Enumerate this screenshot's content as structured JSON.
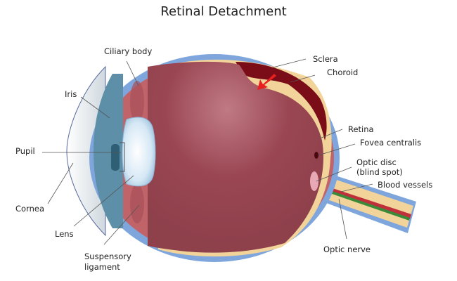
{
  "title": "Retinal Detachment",
  "labels": {
    "ciliary_body": "Ciliary body",
    "sclera": "Sclera",
    "choroid": "Choroid",
    "iris": "Iris",
    "retina": "Retina",
    "fovea": "Fovea centralis",
    "optic_disc": "Optic disc",
    "blind_spot": "(blind spot)",
    "blood_vessels": "Blood vessels",
    "pupil": "Pupil",
    "cornea": "Cornea",
    "lens": "Lens",
    "suspensory_1": "Suspensory",
    "suspensory_2": "ligament",
    "optic_nerve": "Optic nerve"
  },
  "colors": {
    "sclera": "#7fa6dc",
    "choroid": "#c0646a",
    "retina": "#f2d49a",
    "vitreous": "#94434f",
    "detachment": "#7a0d18",
    "arrow": "#e8201f"
  }
}
